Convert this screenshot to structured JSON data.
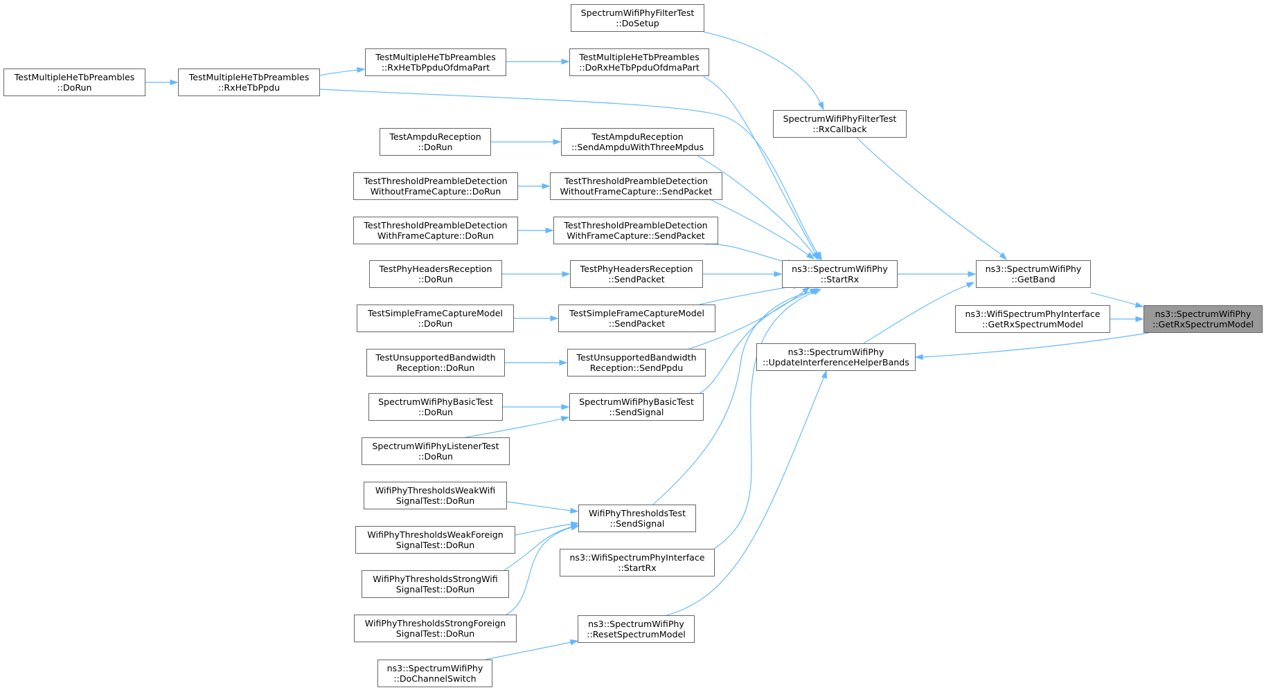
{
  "colors": {
    "edge": "#63b8ff",
    "node_border": "#666666",
    "node_fill": "#ffffff",
    "current_fill": "#999999"
  },
  "nodes": {
    "n_getrx": {
      "line1": "ns3::SpectrumWifiPhy",
      "line2": "::GetRxSpectrumModel"
    },
    "n_getband": {
      "line1": "ns3::SpectrumWifiPhy",
      "line2": "::GetBand"
    },
    "n_ifacegetrx": {
      "line1": "ns3::WifiSpectrumPhyInterface",
      "line2": "::GetRxSpectrumModel"
    },
    "n_updateif": {
      "line1": "ns3::SpectrumWifiPhy",
      "line2": "::UpdateInterferenceHelperBands"
    },
    "n_startrx": {
      "line1": "ns3::SpectrumWifiPhy",
      "line2": "::StartRx"
    },
    "n_filtrx": {
      "line1": "SpectrumWifiPhyFilterTest",
      "line2": "::RxCallback"
    },
    "n_filtsetup": {
      "line1": "SpectrumWifiPhyFilterTest",
      "line2": "::DoSetup"
    },
    "n_dorxhetb": {
      "line1": "TestMultipleHeTbPreambles",
      "line2": "::DoRxHeTbPpduOfdmaPart"
    },
    "n_rxhetbofdma": {
      "line1": "TestMultipleHeTbPreambles",
      "line2": "::RxHeTbPpduOfdmaPart"
    },
    "n_rxhetb": {
      "line1": "TestMultipleHeTbPreambles",
      "line2": "::RxHeTbPpdu"
    },
    "n_hetbdorun": {
      "line1": "TestMultipleHeTbPreambles",
      "line2": "::DoRun"
    },
    "n_ampdusend": {
      "line1": "TestAmpduReception",
      "line2": "::SendAmpduWithThreeMpdus"
    },
    "n_ampdudorun": {
      "line1": "TestAmpduReception",
      "line2": "::DoRun"
    },
    "n_tpdwo_send": {
      "line1": "TestThresholdPreambleDetection",
      "line2": "WithoutFrameCapture::SendPacket"
    },
    "n_tpdwo_run": {
      "line1": "TestThresholdPreambleDetection",
      "line2": "WithoutFrameCapture::DoRun"
    },
    "n_tpdw_send": {
      "line1": "TestThresholdPreambleDetection",
      "line2": "WithFrameCapture::SendPacket"
    },
    "n_tpdw_run": {
      "line1": "TestThresholdPreambleDetection",
      "line2": "WithFrameCapture::DoRun"
    },
    "n_phyhdr_send": {
      "line1": "TestPhyHeadersReception",
      "line2": "::SendPacket"
    },
    "n_phyhdr_run": {
      "line1": "TestPhyHeadersReception",
      "line2": "::DoRun"
    },
    "n_sfcm_send": {
      "line1": "TestSimpleFrameCaptureModel",
      "line2": "::SendPacket"
    },
    "n_sfcm_run": {
      "line1": "TestSimpleFrameCaptureModel",
      "line2": "::DoRun"
    },
    "n_unsup_send": {
      "line1": "TestUnsupportedBandwidth",
      "line2": "Reception::SendPpdu"
    },
    "n_unsup_run": {
      "line1": "TestUnsupportedBandwidth",
      "line2": "Reception::DoRun"
    },
    "n_basic_send": {
      "line1": "SpectrumWifiPhyBasicTest",
      "line2": "::SendSignal"
    },
    "n_basic_run": {
      "line1": "SpectrumWifiPhyBasicTest",
      "line2": "::DoRun"
    },
    "n_listener_run": {
      "line1": "SpectrumWifiPhyListenerTest",
      "line2": "::DoRun"
    },
    "n_thr_send": {
      "line1": "WifiPhyThresholdsTest",
      "line2": "::SendSignal"
    },
    "n_thr_weakwifi": {
      "line1": "WifiPhyThresholdsWeakWifi",
      "line2": "SignalTest::DoRun"
    },
    "n_thr_weakfor": {
      "line1": "WifiPhyThresholdsWeakForeign",
      "line2": "SignalTest::DoRun"
    },
    "n_thr_strwifi": {
      "line1": "WifiPhyThresholdsStrongWifi",
      "line2": "SignalTest::DoRun"
    },
    "n_thr_strfor": {
      "line1": "WifiPhyThresholdsStrongForeign",
      "line2": "SignalTest::DoRun"
    },
    "n_ifacestartrx": {
      "line1": "ns3::WifiSpectrumPhyInterface",
      "line2": "::StartRx"
    },
    "n_resetsm": {
      "line1": "ns3::SpectrumWifiPhy",
      "line2": "::ResetSpectrumModel"
    },
    "n_chswitch": {
      "line1": "ns3::SpectrumWifiPhy",
      "line2": "::DoChannelSwitch"
    }
  }
}
